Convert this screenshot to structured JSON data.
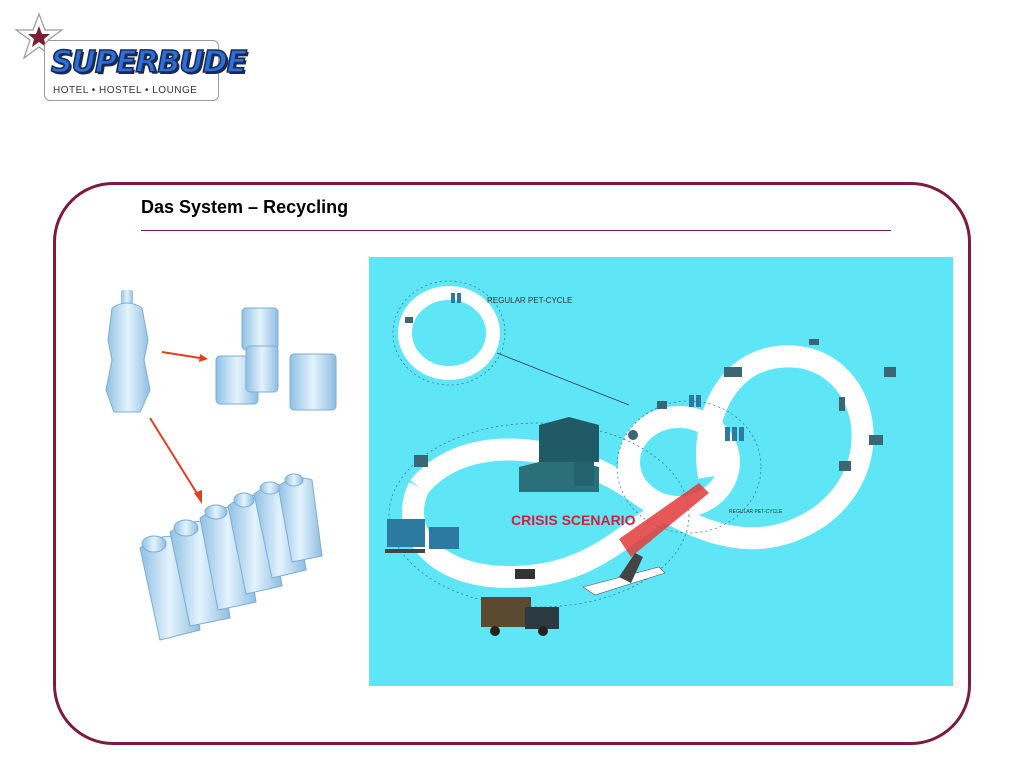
{
  "logo": {
    "word": "SUPERBUDE",
    "tagline": "HOTEL • HOSTEL • LOUNGE"
  },
  "slide": {
    "title": "Das System – Recycling"
  },
  "diagram": {
    "cycle_label": "REGULAR PET-CYCLE",
    "crisis_label": "CRISIS SCENARIO",
    "small_label": "REGULAR PET-CYCLE",
    "background": "#5fe6f6",
    "crisis_color": "#d0203a"
  },
  "colors": {
    "frame": "#7a1d3a",
    "arrow": "#e04020",
    "bottle": "#b9dcf2"
  }
}
